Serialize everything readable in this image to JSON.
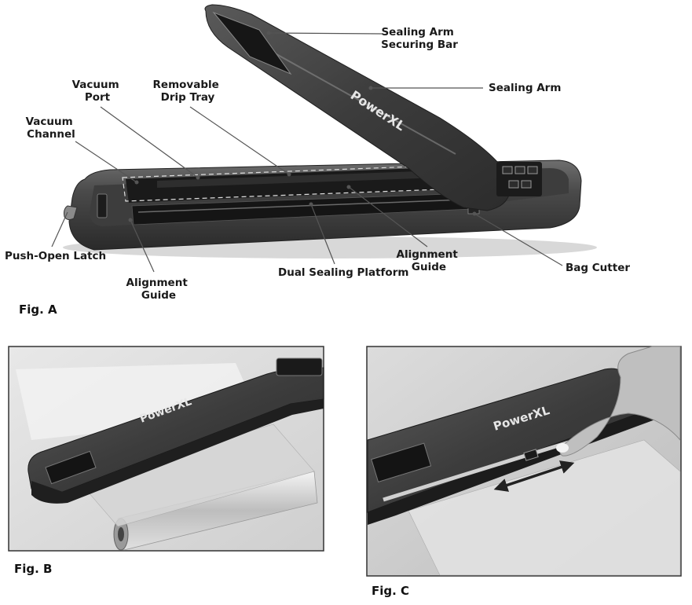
{
  "brand": "PowerXL",
  "fig_a": {
    "label": "Fig. A",
    "callouts": {
      "sealing_arm_securing_bar": [
        "Sealing Arm",
        "Securing Bar"
      ],
      "sealing_arm": "Sealing Arm",
      "vacuum_port": [
        "Vacuum",
        "Port"
      ],
      "removable_drip_tray": [
        "Removable",
        "Drip Tray"
      ],
      "vacuum_channel": [
        "Vacuum",
        "Channel"
      ],
      "push_open_latch": "Push-Open Latch",
      "alignment_guide_left": [
        "Alignment",
        "Guide"
      ],
      "dual_sealing_platform": "Dual Sealing Platform",
      "alignment_guide_right": [
        "Alignment",
        "Guide"
      ],
      "bag_cutter": "Bag Cutter"
    }
  },
  "fig_b": {
    "label": "Fig. B"
  },
  "fig_c": {
    "label": "Fig. C"
  }
}
